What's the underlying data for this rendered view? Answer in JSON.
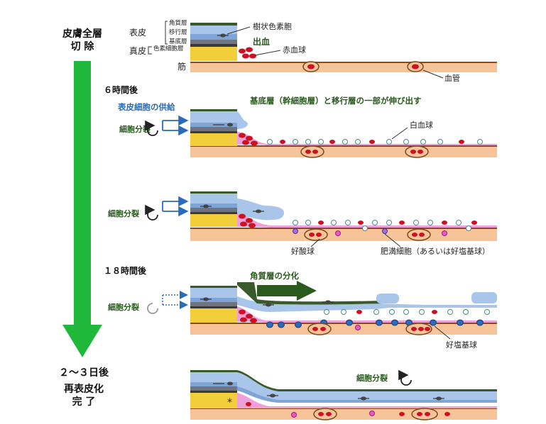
{
  "timeline": {
    "start_lines": [
      "皮膚全層",
      "切 除"
    ],
    "end_lines": [
      "再表皮化",
      "完 了"
    ],
    "times": {
      "h6": "６時間後",
      "h18": "１８時間後",
      "d23": "２～３日後"
    }
  },
  "layers": {
    "epidermis": "表皮",
    "dermis": "真皮",
    "stratum_corneum": "角質層",
    "transitional": "移行層",
    "basal": "基底層",
    "pigment_cell_layer": "色素細胞層",
    "muscle": "筋"
  },
  "labels": {
    "dendritic_melanocyte": "樹状色素胞",
    "hemorrhage": "出血",
    "red_blood_cell": "赤血球",
    "blood_vessel": "血管",
    "epidermal_supply": "表皮細胞の供給",
    "cell_division": "細胞分裂",
    "basal_extension": "基底層（幹細胞層）と移行層の一部が伸び出す",
    "white_blood_cell": "白血球",
    "eosinophil": "好酸球",
    "mast_cell": "肥満細胞（あるいは好塩基球）",
    "keratinization": "角質層の分化",
    "basophil": "好塩基球",
    "asterisk": "*"
  },
  "colors": {
    "arrow_green": "#1fb83a",
    "label_blue": "#2a6cb8",
    "label_green": "#2a5a1e",
    "corneum": "#3a5a2a",
    "epidermis_light": "#a9c6ea",
    "epidermis_mid": "#7fa5d6",
    "basal_gray": "#6f7480",
    "pigment_yellow": "#f2cf3a",
    "muscle": "#f7c49a",
    "muscle_line": "#8a4a1a",
    "pink": "#f0a0d8",
    "rbc": "#cc1122"
  }
}
